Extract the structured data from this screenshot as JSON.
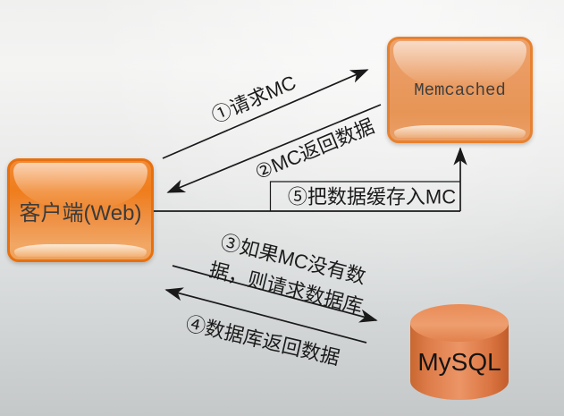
{
  "nodes": {
    "client": {
      "label": "客户端(Web)"
    },
    "memcached": {
      "label": "Memcached"
    },
    "mysql": {
      "label": "MySQL"
    }
  },
  "edges": [
    {
      "label": "①请求MC",
      "from": "client",
      "to": "memcached"
    },
    {
      "label": "②MC返回数据",
      "from": "memcached",
      "to": "client"
    },
    {
      "label": "③如果MC没有数据，则请求数据库",
      "label_line1": "③如果MC没有数",
      "label_line2": "据，则请求数据库",
      "from": "client",
      "to": "mysql"
    },
    {
      "label": "④数据库返回数据",
      "from": "mysql",
      "to": "client"
    },
    {
      "label": "⑤把数据缓存入MC",
      "from": "client",
      "to": "memcached"
    }
  ],
  "colors": {
    "client_fill": "#ef7d1c",
    "client_border": "#e8700e",
    "memcached_fill": "#e99a60",
    "memcached_border": "#e8812f",
    "mysql_fill": "#e68c5c",
    "arrow": "#1a1a1a",
    "background_top": "#f4f4f3",
    "background_bottom": "#c5c8c9"
  }
}
